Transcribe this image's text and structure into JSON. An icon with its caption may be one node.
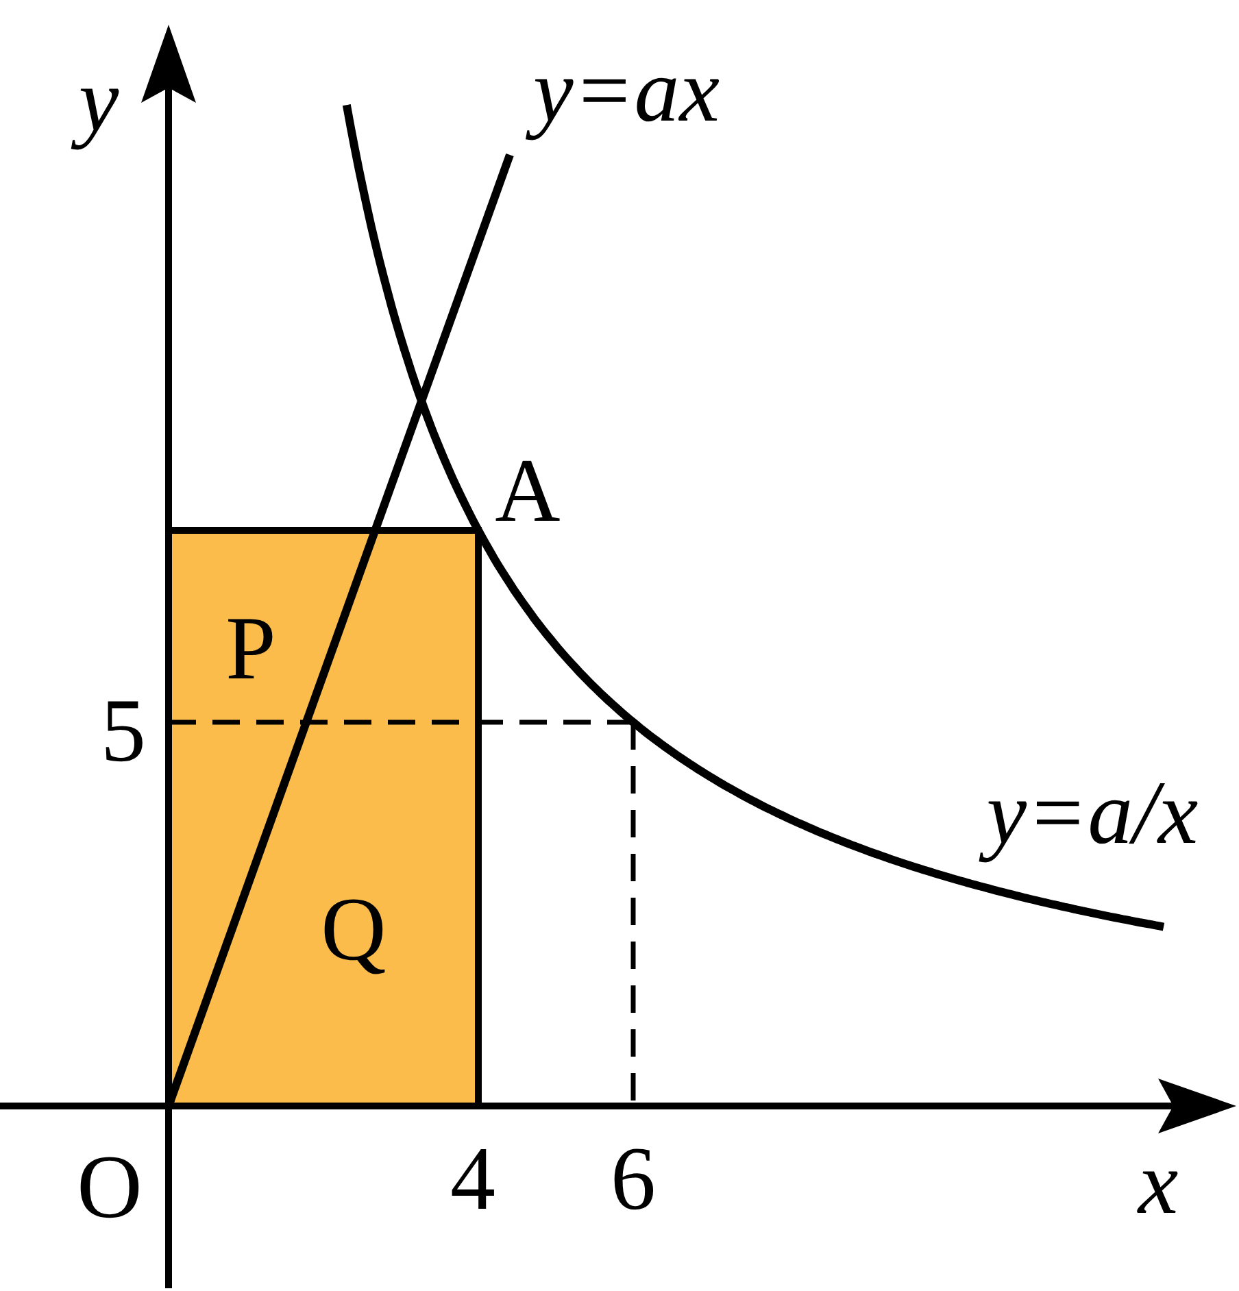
{
  "diagram": {
    "labels": [
      "y",
      "y=ax",
      "A",
      "P",
      "5",
      "y=a/x",
      "Q",
      "O",
      "4",
      "6",
      "x"
    ]
  }
}
